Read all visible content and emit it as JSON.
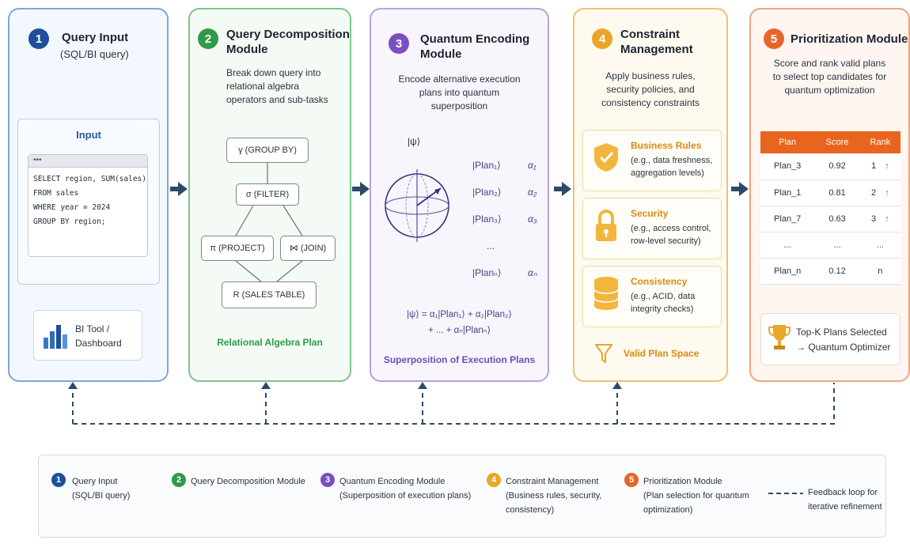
{
  "colors": {
    "module1": "#1d4f9c",
    "module2": "#2f9a48",
    "module3": "#7a4fbf",
    "module4": "#e9a628",
    "module5": "#e8652a",
    "arrow": "#2e4a6b"
  },
  "m1": {
    "num": "1",
    "title": "Query Input",
    "subtitle": "(SQL/BI query)",
    "input_label": "Input",
    "window_dots": "•••",
    "code": [
      "SELECT region, SUM(sales)",
      "FROM sales",
      "WHERE year = 2024",
      "GROUP BY region;"
    ],
    "bi_tool": [
      "BI Tool /",
      "Dashboard"
    ],
    "bi_icon": "bar-chart-icon"
  },
  "m2": {
    "num": "2",
    "title": [
      "Query Decomposition",
      "Module"
    ],
    "desc": [
      "Break down query into",
      "relational algebra",
      "operators and sub-tasks"
    ],
    "nodes": {
      "group_by": "γ (GROUP BY)",
      "filter": "σ (FILTER)",
      "project": "π (PROJECT)",
      "join": "⋈ (JOIN)",
      "table": "R (SALES TABLE)"
    },
    "caption": "Relational Algebra Plan"
  },
  "m3": {
    "num": "3",
    "title": [
      "Quantum Encoding",
      "Module"
    ],
    "desc": [
      "Encode alternative execution",
      "plans into quantum",
      "superposition"
    ],
    "psi": "|ψ⟩",
    "plans": [
      "|Plan₁⟩",
      "|Plan₂⟩",
      "|Plan₃⟩",
      "...",
      "|Planₙ⟩"
    ],
    "amps": [
      "α₁",
      "α₂",
      "α₃",
      "",
      "αₙ"
    ],
    "equation": [
      "|ψ⟩ = α₁|Plan₁⟩ + α₂|Plan₂⟩",
      "+ ... + αₙ|Planₙ⟩"
    ],
    "caption": "Superposition of Execution Plans"
  },
  "m4": {
    "num": "4",
    "title": [
      "Constraint",
      "Management"
    ],
    "desc": [
      "Apply business rules,",
      "security policies, and",
      "consistency constraints"
    ],
    "cards": [
      {
        "title": "Business Rules",
        "desc": [
          "(e.g., data freshness,",
          "aggregation levels)"
        ],
        "icon": "shield-check-icon"
      },
      {
        "title": "Security",
        "desc": [
          "(e.g., access control,",
          "row-level security)"
        ],
        "icon": "lock-icon"
      },
      {
        "title": "Consistency",
        "desc": [
          "(e.g., ACID, data",
          "integrity checks)"
        ],
        "icon": "database-icon"
      }
    ],
    "valid": "Valid Plan Space",
    "valid_icon": "funnel-icon"
  },
  "m5": {
    "num": "5",
    "title": "Prioritization Module",
    "desc": [
      "Score and rank valid plans",
      "to select top candidates for",
      "quantum optimization"
    ],
    "headers": [
      "Plan",
      "Score",
      "Rank"
    ],
    "rows": [
      {
        "plan": "Plan_3",
        "score": "0.92",
        "rank": "1",
        "arrow": "↑"
      },
      {
        "plan": "Plan_1",
        "score": "0.81",
        "rank": "2",
        "arrow": "↑"
      },
      {
        "plan": "Plan_7",
        "score": "0.63",
        "rank": "3",
        "arrow": "↑"
      },
      {
        "plan": "...",
        "score": "...",
        "rank": "...",
        "arrow": ""
      },
      {
        "plan": "Plan_n",
        "score": "0.12",
        "rank": "n",
        "arrow": ""
      }
    ],
    "topk": [
      "Top-K Plans Selected",
      "→ Quantum Optimizer"
    ],
    "topk_icon": "trophy-icon"
  },
  "legend": [
    {
      "num": "1",
      "lines": [
        "Query Input",
        "(SQL/BI query)"
      ]
    },
    {
      "num": "2",
      "lines": [
        "Query Decomposition Module"
      ]
    },
    {
      "num": "3",
      "lines": [
        "Quantum Encoding Module",
        "(Superposition of execution plans)"
      ]
    },
    {
      "num": "4",
      "lines": [
        "Constraint Management",
        "(Business rules, security,",
        "consistency)"
      ]
    },
    {
      "num": "5",
      "lines": [
        "Prioritization Module",
        "(Plan selection for quantum",
        "optimization)"
      ]
    },
    {
      "num": "",
      "lines": [
        "Feedback loop for",
        "iterative refinement"
      ]
    }
  ]
}
